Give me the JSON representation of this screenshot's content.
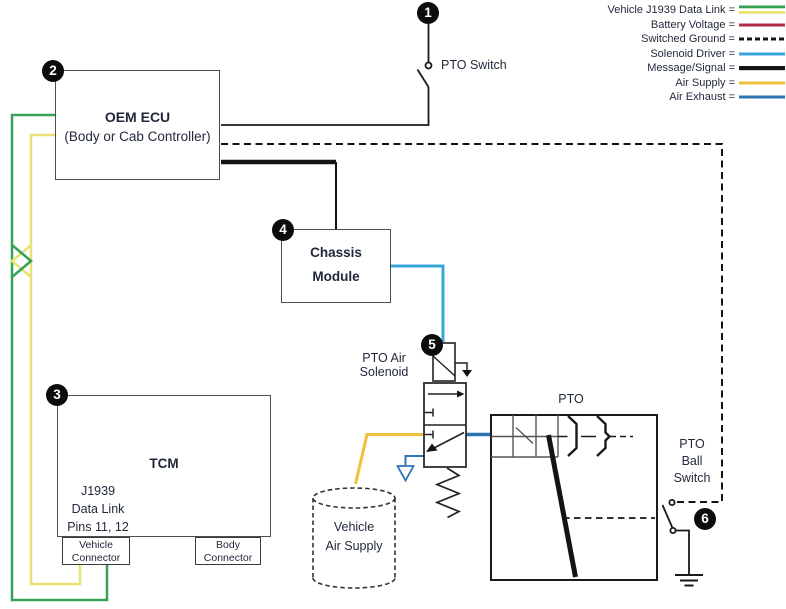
{
  "colors": {
    "j1939_green": "#35a155",
    "j1939_yellow": "#e7e272",
    "battery_voltage": "#b22c48",
    "switched_ground": "#141414",
    "solenoid_driver": "#38a7dc",
    "message_signal": "#141414",
    "air_supply": "#eec13f",
    "air_exhaust": "#2e74b5"
  },
  "legend": {
    "items": [
      {
        "label": "Vehicle J1939 Data Link =",
        "swatch": "dual-green-yellow"
      },
      {
        "label": "Battery Voltage =",
        "swatch": "solid-red"
      },
      {
        "label": "Switched Ground =",
        "swatch": "dashed-black"
      },
      {
        "label": "Solenoid Driver =",
        "swatch": "solid-lightblue"
      },
      {
        "label": "Message/Signal =",
        "swatch": "thick-black"
      },
      {
        "label": "Air Supply =",
        "swatch": "solid-gold"
      },
      {
        "label": "Air Exhaust =",
        "swatch": "solid-blue"
      }
    ]
  },
  "markers": {
    "m1": "1",
    "m2": "2",
    "m3": "3",
    "m4": "4",
    "m5": "5",
    "m6": "6"
  },
  "components": {
    "pto_switch": {
      "label": "PTO Switch"
    },
    "oem_ecu": {
      "title": "OEM ECU",
      "subtitle": "(Body or Cab Controller)"
    },
    "chassis_module": {
      "line1": "Chassis",
      "line2": "Module"
    },
    "tcm": {
      "title": "TCM",
      "datalink_line1": "J1939",
      "datalink_line2": "Data Link",
      "datalink_line3": "Pins 11, 12"
    },
    "vehicle_connector": {
      "line1": "Vehicle",
      "line2": "Connector"
    },
    "body_connector": {
      "line1": "Body",
      "line2": "Connector"
    },
    "pto_air_solenoid": {
      "line1": "PTO Air",
      "line2": "Solenoid"
    },
    "pto": {
      "label": "PTO"
    },
    "pto_ball_switch": {
      "line1": "PTO",
      "line2": "Ball",
      "line3": "Switch"
    },
    "vehicle_air_supply": {
      "line1": "Vehicle",
      "line2": "Air Supply"
    }
  }
}
